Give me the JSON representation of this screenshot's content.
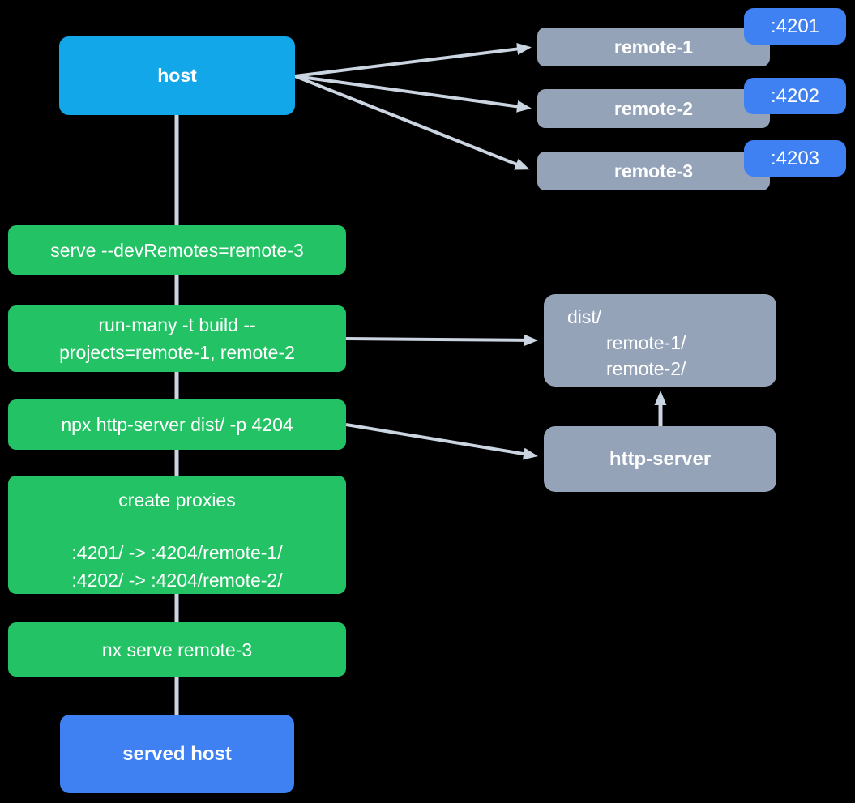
{
  "colors": {
    "background": "#000000",
    "host-fill": "#12a7e8",
    "remote-fill": "#94a3b8",
    "badge-fill": "#3f81f2",
    "step-fill": "#23c264",
    "served-host-fill": "#3f81f2",
    "edge": "#cbd5e1",
    "text": "#ffffff"
  },
  "host": {
    "label": "host"
  },
  "remotes": [
    {
      "label": "remote-1",
      "port": ":4201"
    },
    {
      "label": "remote-2",
      "port": ":4202"
    },
    {
      "label": "remote-3",
      "port": ":4203"
    }
  ],
  "steps": {
    "serve": "serve --devRemotes=remote-3",
    "run_many_line1": "run-many -t build --",
    "run_many_line2": "projects=remote-1, remote-2",
    "http_server_cmd": "npx http-server dist/ -p 4204",
    "create_proxies_title": "create proxies",
    "proxy_line1": ":4201/ -> :4204/remote-1/",
    "proxy_line2": ":4202/ -> :4204/remote-2/",
    "nx_serve": "nx serve remote-3"
  },
  "dist": {
    "root": "dist/",
    "child1": "remote-1/",
    "child2": "remote-2/"
  },
  "http_server": {
    "label": "http-server"
  },
  "served_host": {
    "label": "served host"
  }
}
